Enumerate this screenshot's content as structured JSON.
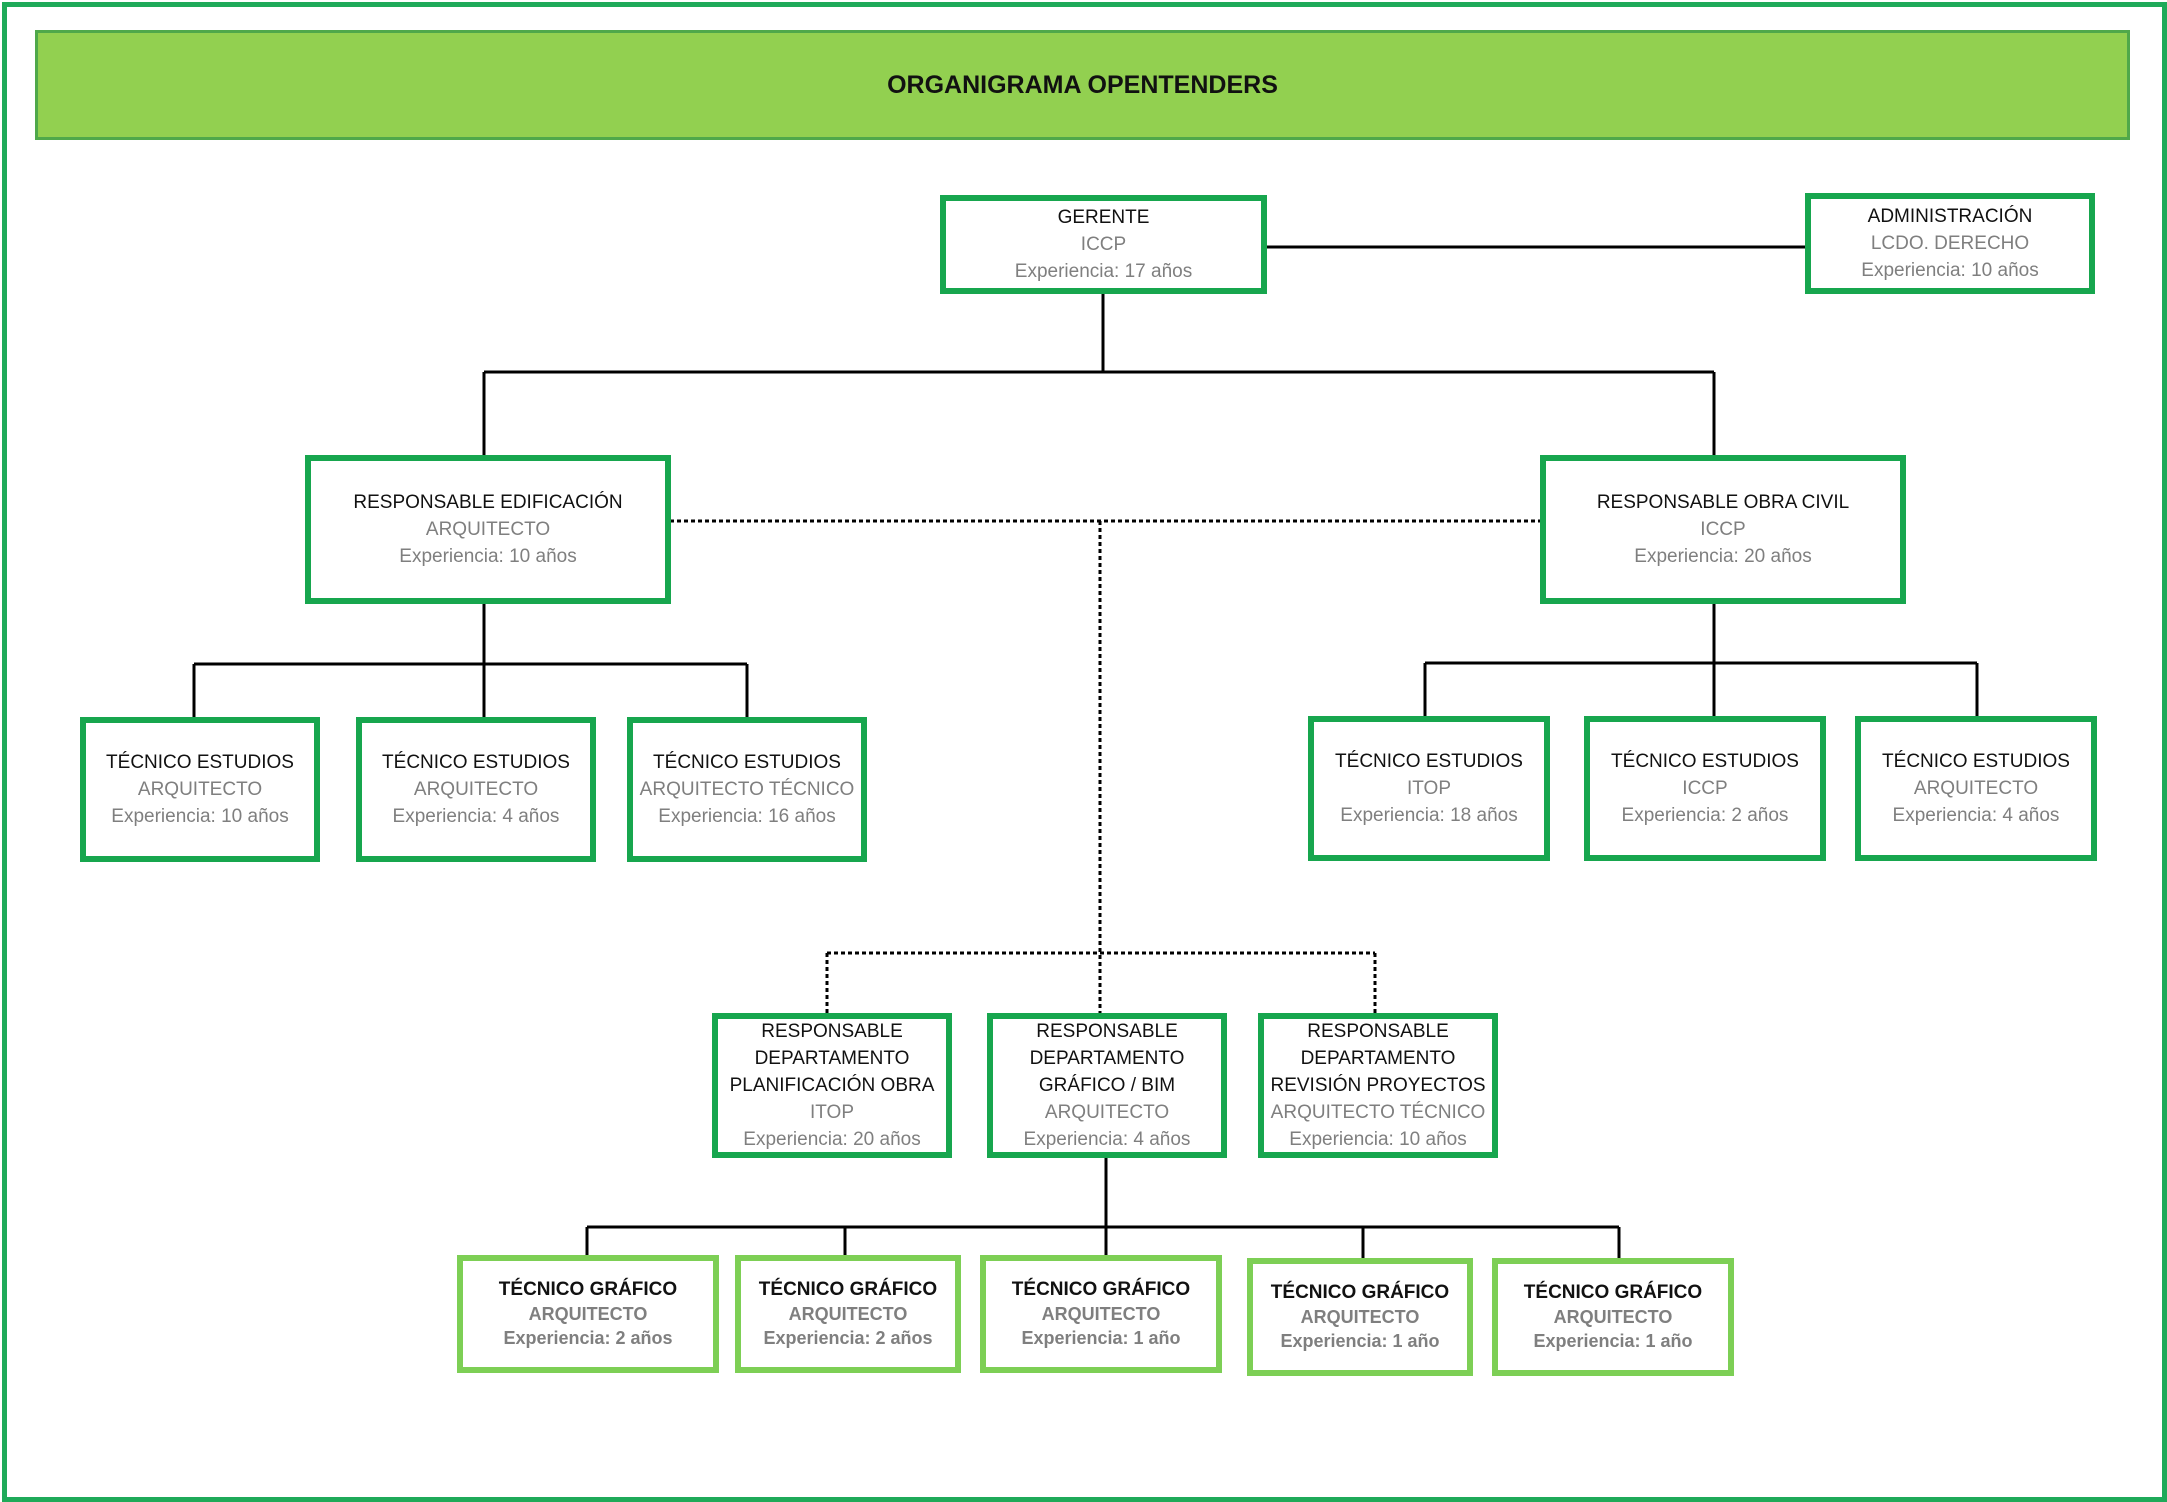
{
  "title": "ORGANIGRAMA OPENTENDERS",
  "colors": {
    "header_fill": "#92d050",
    "box_border": "#17a64e",
    "box_border_light": "#7dcf55",
    "frame": "#1faa59",
    "subtext": "#7f7f7f"
  },
  "gerente": {
    "role": "GERENTE",
    "degree": "ICCP",
    "exp": "Experiencia: 17 años"
  },
  "administracion": {
    "role": "ADMINISTRACIÓN",
    "degree": "LCDO. DERECHO",
    "exp": "Experiencia: 10 años"
  },
  "resp_edificacion": {
    "role": "RESPONSABLE EDIFICACIÓN",
    "degree": "ARQUITECTO",
    "exp": "Experiencia: 10 años"
  },
  "resp_obra_civil": {
    "role": "RESPONSABLE OBRA CIVIL",
    "degree": "ICCP",
    "exp": "Experiencia: 20 años"
  },
  "tecnicos_edificacion": [
    {
      "role": "TÉCNICO ESTUDIOS",
      "degree": "ARQUITECTO",
      "exp": "Experiencia: 10 años"
    },
    {
      "role": "TÉCNICO ESTUDIOS",
      "degree": "ARQUITECTO",
      "exp": "Experiencia: 4 años"
    },
    {
      "role": "TÉCNICO ESTUDIOS",
      "degree": "ARQUITECTO TÉCNICO",
      "exp": "Experiencia: 16 años"
    }
  ],
  "tecnicos_obra_civil": [
    {
      "role": "TÉCNICO ESTUDIOS",
      "degree": "ITOP",
      "exp": "Experiencia: 18 años"
    },
    {
      "role": "TÉCNICO ESTUDIOS",
      "degree": "ICCP",
      "exp": "Experiencia: 2 años"
    },
    {
      "role": "TÉCNICO ESTUDIOS",
      "degree": "ARQUITECTO",
      "exp": "Experiencia: 4 años"
    }
  ],
  "departamentos": [
    {
      "line1": "RESPONSABLE",
      "line2": "DEPARTAMENTO",
      "line3": "PLANIFICACIÓN OBRA",
      "degree": "ITOP",
      "exp": "Experiencia: 20 años"
    },
    {
      "line1": "RESPONSABLE",
      "line2": "DEPARTAMENTO",
      "line3": "GRÁFICO / BIM",
      "degree": "ARQUITECTO",
      "exp": "Experiencia: 4 años"
    },
    {
      "line1": "RESPONSABLE",
      "line2": "DEPARTAMENTO",
      "line3": "REVISIÓN PROYECTOS",
      "degree": "ARQUITECTO TÉCNICO",
      "exp": "Experiencia: 10 años"
    }
  ],
  "tecnicos_graficos": [
    {
      "role": "TÉCNICO GRÁFICO",
      "degree": "ARQUITECTO",
      "exp": "Experiencia: 2 años"
    },
    {
      "role": "TÉCNICO GRÁFICO",
      "degree": "ARQUITECTO",
      "exp": "Experiencia: 2 años"
    },
    {
      "role": "TÉCNICO GRÁFICO",
      "degree": "ARQUITECTO",
      "exp": "Experiencia: 1 año"
    },
    {
      "role": "TÉCNICO GRÁFICO",
      "degree": "ARQUITECTO",
      "exp": "Experiencia: 1 año"
    },
    {
      "role": "TÉCNICO GRÁFICO",
      "degree": "ARQUITECTO",
      "exp": "Experiencia: 1 año"
    }
  ]
}
